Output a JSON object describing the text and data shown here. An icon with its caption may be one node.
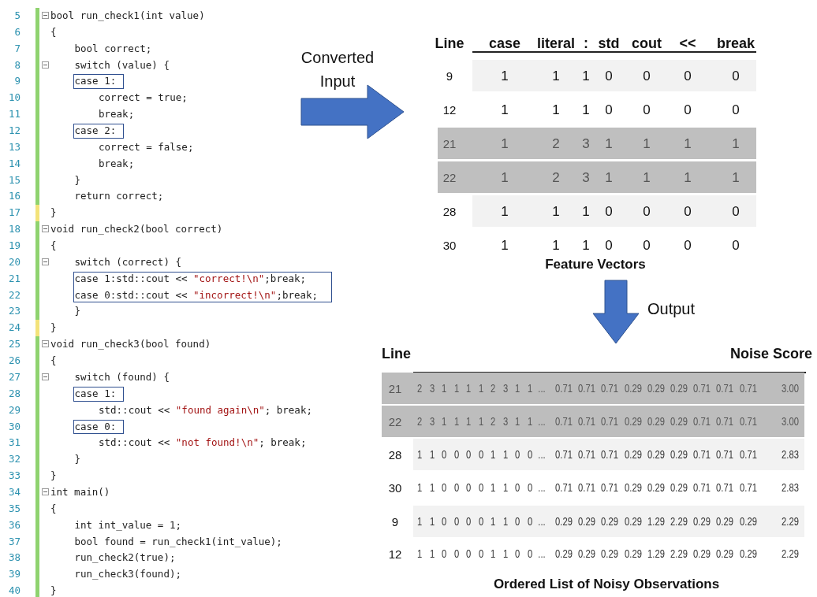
{
  "diagram": {
    "nodes": [
      {
        "text": [
          "bool run_check1(int value)",
          "{",
          "bool correct;",
          "switch (value) {",
          "case 1:",
          "correct = true;",
          "break;",
          "case 2:",
          "correct = false;",
          "break;",
          "}",
          "return correct;",
          "}",
          "void run_check2(bool correct)",
          "{",
          "switch (correct) {",
          "case 1:std::cout << \"correct!\\n\";break;",
          "case 0:std::cout << \"incorrect!\\n\";break;",
          "}",
          "}",
          "void run_check3(bool found)",
          "{",
          "switch (found) {",
          "case 1:",
          "std::cout << \"found again\\n\"; break;",
          "case 0:",
          "std::cout << \"not found!\\n\"; break;",
          "}",
          "}",
          "int main()",
          "{",
          "int int_value = 1;",
          "bool found = run_check1(int_value);",
          "run_check2(true);",
          "run_check3(found);",
          "}"
        ],
        "beside": [
          "5",
          "6",
          "7",
          "8",
          "9",
          "10",
          "11",
          "12",
          "13",
          "14",
          "15",
          "16",
          "17",
          "18",
          "19",
          "20",
          "21",
          "22",
          "23",
          "24",
          "25",
          "26",
          "27",
          "28",
          "29",
          "30",
          "31",
          "32",
          "33",
          "34",
          "35",
          "36",
          "37",
          "38",
          "39",
          "40"
        ]
      },
      {
        "text": [
          "Line",
          "case",
          "literal",
          ":",
          "std",
          "cout",
          "<<",
          "break",
          "9",
          "1",
          "1",
          "1",
          "0",
          "0",
          "0",
          "0",
          "12",
          "1",
          "1",
          "1",
          "0",
          "0",
          "0",
          "0",
          "21",
          "1",
          "2",
          "3",
          "1",
          "1",
          "1",
          "1",
          "22",
          "1",
          "2",
          "3",
          "1",
          "1",
          "1",
          "1",
          "28",
          "1",
          "1",
          "1",
          "0",
          "0",
          "0",
          "0",
          "30",
          "1",
          "1",
          "1",
          "0",
          "0",
          "0",
          "0"
        ],
        "beside": [
          "Feature Vectors"
        ]
      },
      {
        "text": [
          "Line",
          "Noise Score",
          "21",
          "2",
          "3",
          "1",
          "1",
          "1",
          "1",
          "2",
          "3",
          "1",
          "1",
          "...",
          "0.71",
          "0.71",
          "0.71",
          "0.29",
          "0.29",
          "0.29",
          "0.71",
          "0.71",
          "0.71",
          "3.00",
          "22",
          "2",
          "3",
          "1",
          "1",
          "1",
          "1",
          "2",
          "3",
          "1",
          "1",
          "...",
          "0.71",
          "0.71",
          "0.71",
          "0.29",
          "0.29",
          "0.29",
          "0.71",
          "0.71",
          "0.71",
          "3.00",
          "28",
          "1",
          "1",
          "0",
          "0",
          "0",
          "0",
          "1",
          "1",
          "0",
          "0",
          "...",
          "0.71",
          "0.71",
          "0.71",
          "0.29",
          "0.29",
          "0.29",
          "0.71",
          "0.71",
          "0.71",
          "2.83",
          "30",
          "1",
          "1",
          "0",
          "0",
          "0",
          "0",
          "1",
          "1",
          "0",
          "0",
          "...",
          "0.71",
          "0.71",
          "0.71",
          "0.29",
          "0.29",
          "0.29",
          "0.71",
          "0.71",
          "0.71",
          "2.83",
          "9",
          "1",
          "1",
          "0",
          "0",
          "0",
          "0",
          "1",
          "1",
          "0",
          "0",
          "...",
          "0.29",
          "0.29",
          "0.29",
          "0.29",
          "1.29",
          "2.29",
          "0.29",
          "0.29",
          "0.29",
          "2.29",
          "12",
          "1",
          "1",
          "0",
          "0",
          "0",
          "0",
          "1",
          "1",
          "0",
          "0",
          "...",
          "0.29",
          "0.29",
          "0.29",
          "0.29",
          "1.29",
          "2.29",
          "0.29",
          "0.29",
          "0.29",
          "2.29"
        ],
        "beside": [
          "Ordered List of Noisy Observations"
        ]
      }
    ],
    "edges": [
      {
        "from": 0,
        "to": 1,
        "arrow": "to",
        "label": "Converted Input",
        "style": "thick"
      },
      {
        "from": 1,
        "to": 2,
        "arrow": "to",
        "label": "Output",
        "style": "thick"
      }
    ]
  }
}
